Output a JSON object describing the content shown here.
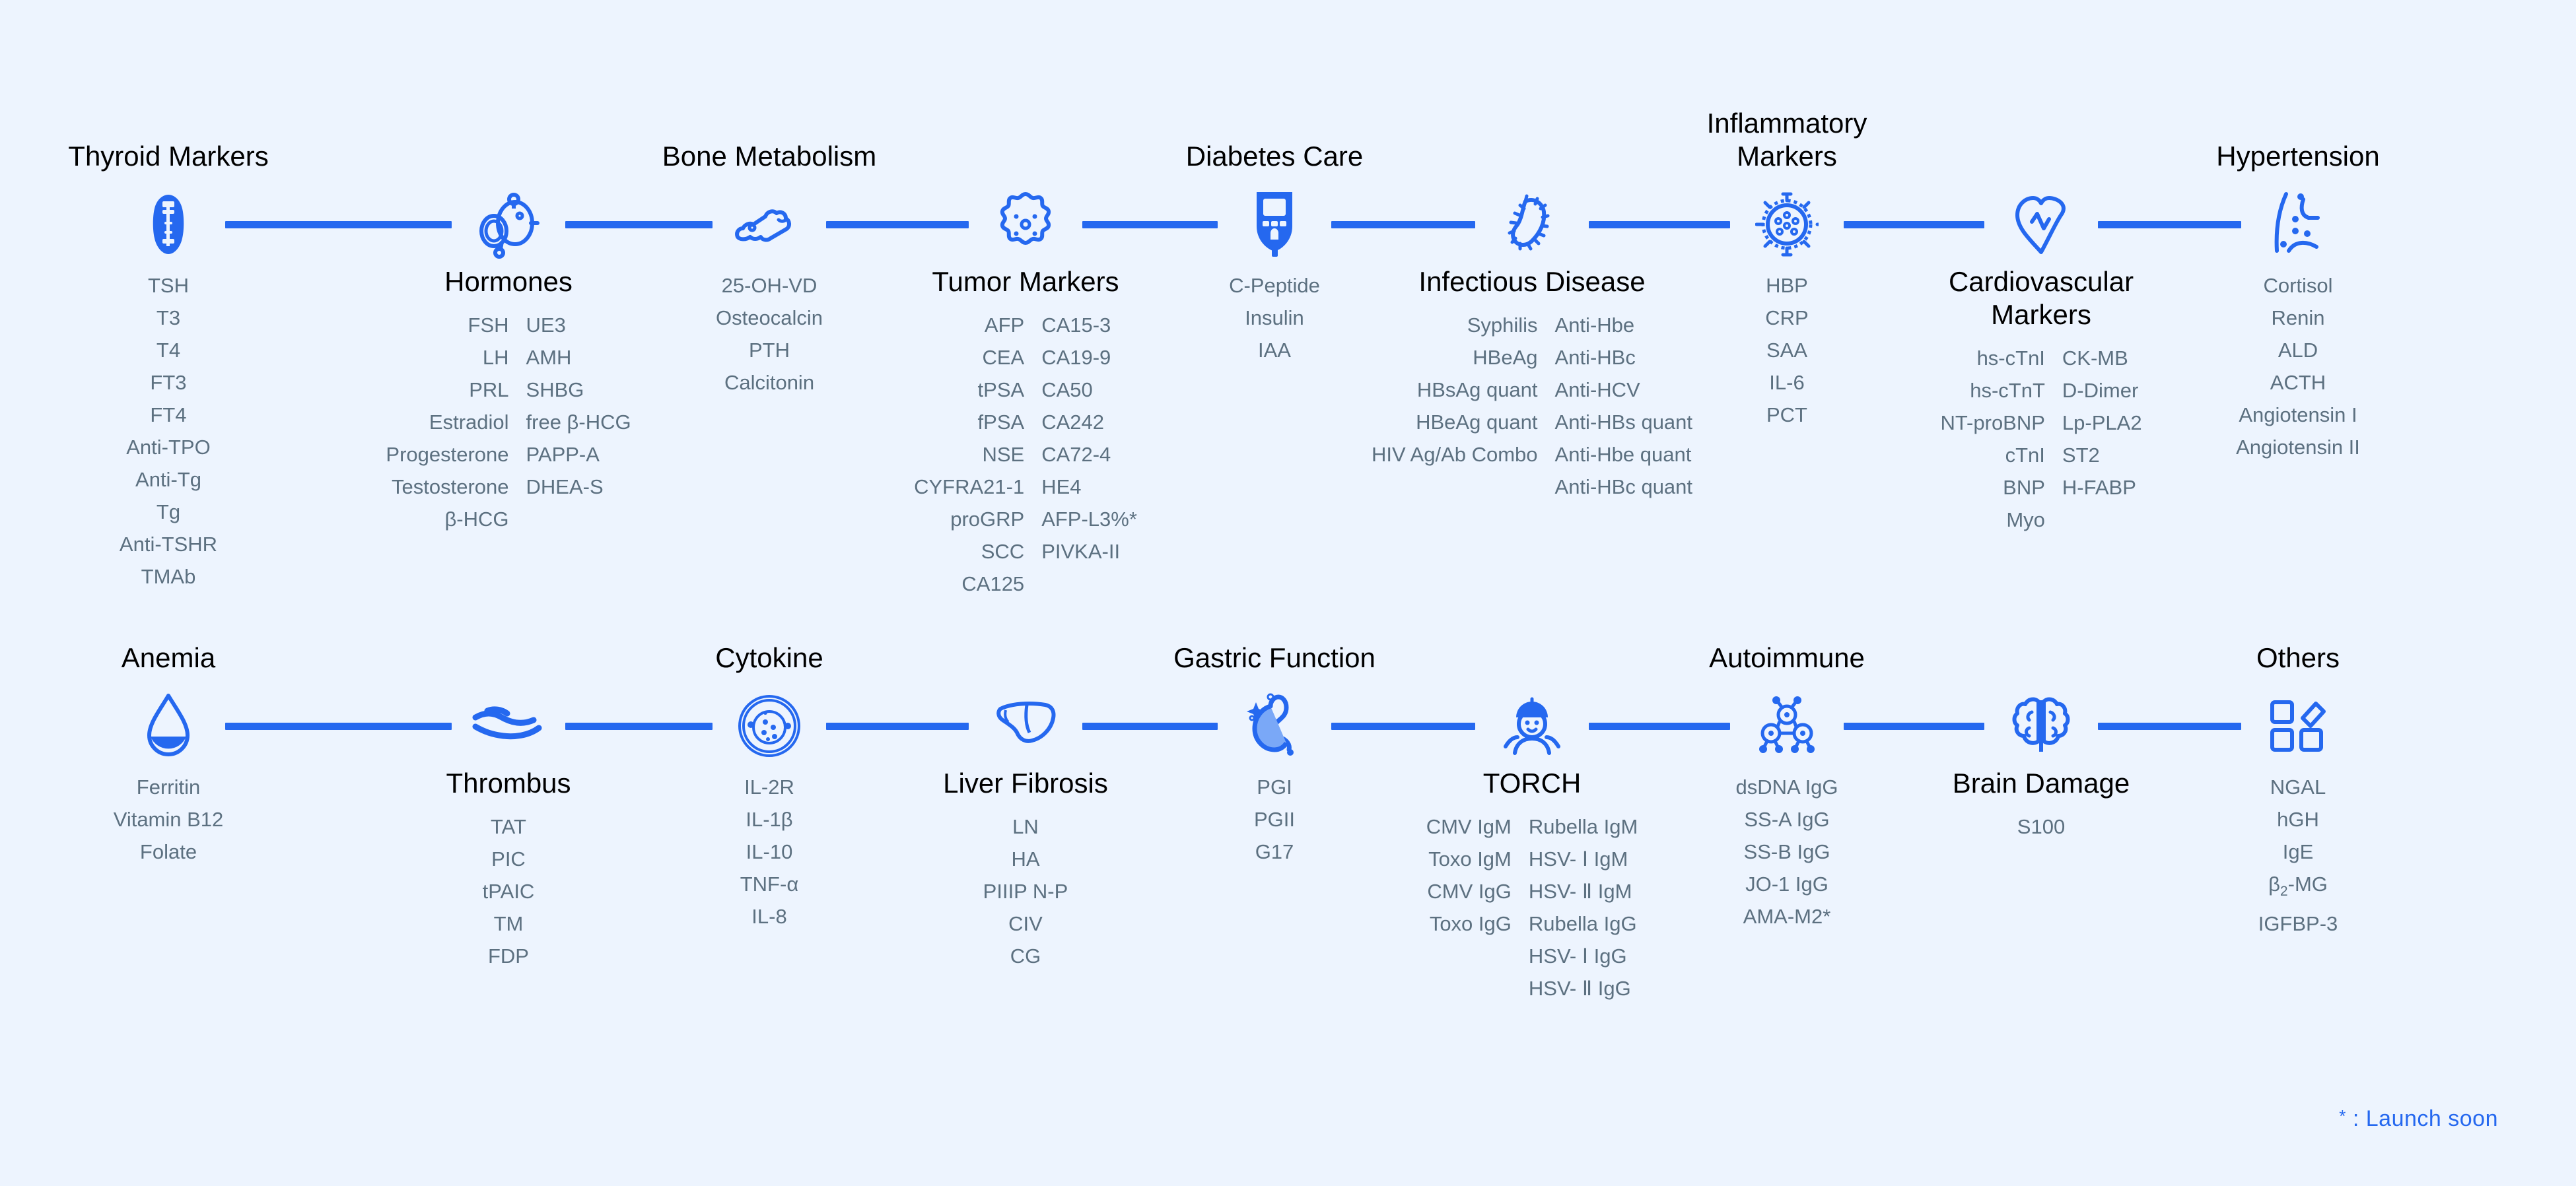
{
  "accent_color": "#2568ef",
  "background_color": "#edf4fe",
  "title_color": "#000000",
  "item_color": "#5c7080",
  "legend": {
    "symbol": "*",
    "separator": ":",
    "text": "Launch soon"
  },
  "rows": [
    {
      "id": "row-top",
      "nodes": [
        {
          "key": "thyroid-markers",
          "title": "Thyroid Markers",
          "title_pos": "above",
          "icon": "thyroid-icon",
          "columns": [
            {
              "align": "center",
              "items": [
                "TSH",
                "T3",
                "T4",
                "FT3",
                "FT4",
                "Anti-TPO",
                "Anti-Tg",
                "Tg",
                "Anti-TSHR",
                "TMAb"
              ]
            }
          ]
        },
        {
          "key": "hormones",
          "title": "Hormones",
          "title_pos": "below",
          "icon": "hormones-icon",
          "columns": [
            {
              "align": "right",
              "items": [
                "FSH",
                "LH",
                "PRL",
                "Estradiol",
                "Progesterone",
                "Testosterone",
                "β-HCG"
              ]
            },
            {
              "align": "left",
              "items": [
                "UE3",
                "AMH",
                "SHBG",
                "free β-HCG",
                "PAPP-A",
                "DHEA-S"
              ]
            }
          ]
        },
        {
          "key": "bone-metabolism",
          "title": "Bone Metabolism",
          "title_pos": "above",
          "icon": "bone-icon",
          "columns": [
            {
              "align": "center",
              "items": [
                "25-OH-VD",
                "Osteocalcin",
                "PTH",
                "Calcitonin"
              ]
            }
          ]
        },
        {
          "key": "tumor-markers",
          "title": "Tumor Markers",
          "title_pos": "below",
          "icon": "tumor-cell-icon",
          "columns": [
            {
              "align": "right",
              "items": [
                "AFP",
                "CEA",
                "tPSA",
                "fPSA",
                "NSE",
                "CYFRA21-1",
                "proGRP",
                "SCC",
                "CA125"
              ]
            },
            {
              "align": "left",
              "items": [
                "CA15-3",
                "CA19-9",
                "CA50",
                "CA242",
                "CA72-4",
                "HE4",
                "AFP-L3%*",
                "PIVKA-II"
              ]
            }
          ]
        },
        {
          "key": "diabetes-care",
          "title": "Diabetes Care",
          "title_pos": "above",
          "icon": "glucometer-icon",
          "columns": [
            {
              "align": "center",
              "items": [
                "C-Peptide",
                "Insulin",
                "IAA"
              ]
            }
          ]
        },
        {
          "key": "infectious-disease",
          "title": "Infectious Disease",
          "title_pos": "below",
          "icon": "bacteria-icon",
          "columns": [
            {
              "align": "right",
              "items": [
                "Syphilis",
                "HBeAg",
                "HBsAg quant",
                "HBeAg quant",
                "HIV Ag/Ab Combo"
              ]
            },
            {
              "align": "left",
              "items": [
                "Anti-Hbe",
                "Anti-HBc",
                "Anti-HCV",
                "Anti-HBs quant",
                "Anti-Hbe quant",
                "Anti-HBc quant"
              ]
            }
          ]
        },
        {
          "key": "inflammatory-markers",
          "title": "Inflammatory\nMarkers",
          "title_pos": "above",
          "icon": "virus-icon",
          "columns": [
            {
              "align": "center",
              "items": [
                "HBP",
                "CRP",
                "SAA",
                "IL-6",
                "PCT"
              ]
            }
          ]
        },
        {
          "key": "cardiovascular-markers",
          "title": "Cardiovascular\nMarkers",
          "title_pos": "below",
          "icon": "heart-pulse-icon",
          "columns": [
            {
              "align": "right",
              "items": [
                "hs-cTnI",
                "hs-cTnT",
                "NT-proBNP",
                "cTnI",
                "BNP",
                "Myo"
              ]
            },
            {
              "align": "left",
              "items": [
                "CK-MB",
                "D-Dimer",
                "Lp-PLA2",
                "ST2",
                "H-FABP"
              ]
            }
          ]
        },
        {
          "key": "hypertension",
          "title": "Hypertension",
          "title_pos": "above",
          "icon": "kidney-nephron-icon",
          "columns": [
            {
              "align": "center",
              "items": [
                "Cortisol",
                "Renin",
                "ALD",
                "ACTH",
                "Angiotensin I",
                "Angiotensin II"
              ]
            }
          ]
        }
      ]
    },
    {
      "id": "row-bottom",
      "nodes": [
        {
          "key": "anemia",
          "title": "Anemia",
          "title_pos": "above",
          "icon": "blood-drop-icon",
          "columns": [
            {
              "align": "center",
              "items": [
                "Ferritin",
                "Vitamin B12",
                "Folate"
              ]
            }
          ]
        },
        {
          "key": "thrombus",
          "title": "Thrombus",
          "title_pos": "below",
          "icon": "vessel-clot-icon",
          "columns": [
            {
              "align": "center",
              "items": [
                "TAT",
                "PIC",
                "tPAIC",
                "TM",
                "FDP"
              ]
            }
          ]
        },
        {
          "key": "cytokine",
          "title": "Cytokine",
          "title_pos": "above",
          "icon": "cell-icon",
          "columns": [
            {
              "align": "center",
              "items": [
                "IL-2R",
                "IL-1β",
                "IL-10",
                "TNF-α",
                "IL-8"
              ]
            }
          ]
        },
        {
          "key": "liver-fibrosis",
          "title": "Liver Fibrosis",
          "title_pos": "below",
          "icon": "liver-icon",
          "columns": [
            {
              "align": "center",
              "items": [
                "LN",
                "HA",
                "PIIIP N-P",
                "CIV",
                "CG"
              ]
            }
          ]
        },
        {
          "key": "gastric-function",
          "title": "Gastric Function",
          "title_pos": "above",
          "icon": "stomach-icon",
          "columns": [
            {
              "align": "center",
              "items": [
                "PGI",
                "PGII",
                "G17"
              ]
            }
          ]
        },
        {
          "key": "torch",
          "title": "TORCH",
          "title_pos": "below",
          "icon": "baby-icon",
          "columns": [
            {
              "align": "right",
              "items": [
                "CMV IgM",
                "Toxo IgM",
                "CMV IgG",
                "Toxo IgG"
              ]
            },
            {
              "align": "left",
              "items": [
                "Rubella IgM",
                "HSV- Ⅰ  IgM",
                "HSV- Ⅱ  IgM",
                "Rubella IgG",
                "HSV- Ⅰ  IgG",
                "HSV- Ⅱ  IgG"
              ]
            }
          ]
        },
        {
          "key": "autoimmune",
          "title": "Autoimmune",
          "title_pos": "above",
          "icon": "antibody-network-icon",
          "columns": [
            {
              "align": "center",
              "items": [
                "dsDNA IgG",
                "SS-A IgG",
                "SS-B IgG",
                "JO-1 IgG",
                "AMA-M2*"
              ]
            }
          ]
        },
        {
          "key": "brain-damage",
          "title": "Brain Damage",
          "title_pos": "below",
          "icon": "brain-icon",
          "columns": [
            {
              "align": "center",
              "items": [
                "S100"
              ]
            }
          ]
        },
        {
          "key": "others",
          "title": "Others",
          "title_pos": "above",
          "icon": "blocks-icon",
          "columns": [
            {
              "align": "center",
              "items": [
                "NGAL",
                "hGH",
                "IgE",
                "β₂-MG",
                "IGFBP-3"
              ]
            }
          ]
        }
      ]
    }
  ]
}
